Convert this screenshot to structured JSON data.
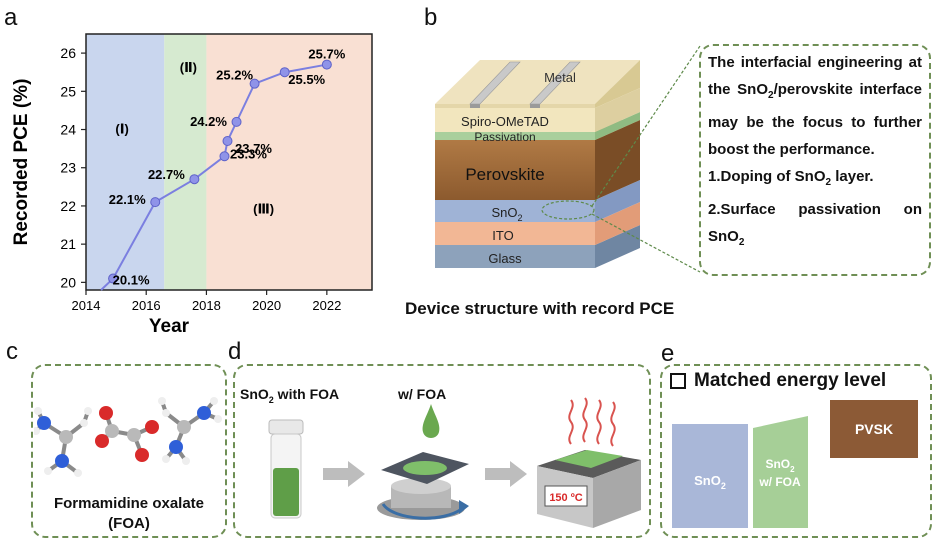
{
  "panel_a": {
    "letter": "a",
    "chart_data": {
      "type": "line",
      "xlabel": "Year",
      "ylabel": "Recorded PCE (%)",
      "xlim": [
        2014,
        2023.5
      ],
      "ylim": [
        19.8,
        26.5
      ],
      "xticks": [
        "2014",
        "2016",
        "2018",
        "2020",
        "2022"
      ],
      "yticks": [
        "20",
        "21",
        "22",
        "23",
        "24",
        "25",
        "26"
      ],
      "series": [
        {
          "x": [
            2014.5,
            2014.9,
            2016.3,
            2017.6,
            2018.6,
            2018.7,
            2019.0,
            2019.6,
            2020.6,
            2022.0
          ],
          "values": [
            19.8,
            20.1,
            22.1,
            22.7,
            23.3,
            23.7,
            24.2,
            25.2,
            25.5,
            25.7
          ]
        }
      ],
      "point_labels": [
        "20.1%",
        "22.1%",
        "22.7%",
        "23.3%",
        "23.7%",
        "24.2%",
        "25.2%",
        "25.5%",
        "25.7%"
      ],
      "regions": [
        {
          "label": "(Ⅰ)",
          "from": 2014,
          "to": 2016.6,
          "color": "#c9d6ee"
        },
        {
          "label": "(Ⅱ)",
          "from": 2016.6,
          "to": 2018.0,
          "color": "#d6ead0"
        },
        {
          "label": "(Ⅲ)",
          "from": 2018.0,
          "to": 2023.5,
          "color": "#f9e0d3"
        }
      ]
    }
  },
  "panel_b": {
    "letter": "b",
    "layers": [
      "Metal",
      "Spiro-OMeTAD",
      "Passivation",
      "Perovskite",
      "SnO",
      "ITO",
      "Glass"
    ],
    "sno_sub": "2",
    "caption": "Device structure with record PCE",
    "note_title_1": "The interfacial engineering at the SnO",
    "note_sub_1": "2",
    "note_title_2": "/perovskite interface may be the focus to further boost the performance.",
    "note_item1_a": "1.Doping of SnO",
    "note_item1_sub": "2",
    "note_item1_b": " layer.",
    "note_item2_a": "2.Surface passivation on SnO",
    "note_item2_sub": "2"
  },
  "panel_c": {
    "letter": "c",
    "name_line1": "Formamidine oxalate",
    "name_line2": "(FOA)"
  },
  "panel_d": {
    "letter": "d",
    "label_left_a": "SnO",
    "label_left_sub": "2",
    "label_left_b": " with FOA",
    "label_mid": "w/ FOA",
    "temp": "150 ºC"
  },
  "panel_e": {
    "letter": "e",
    "title": "Matched energy level",
    "box1_a": "SnO",
    "box1_sub": "2",
    "box2_a": "SnO",
    "box2_sub": "2",
    "box2_b": "w/ FOA",
    "box3": "PVSK"
  }
}
